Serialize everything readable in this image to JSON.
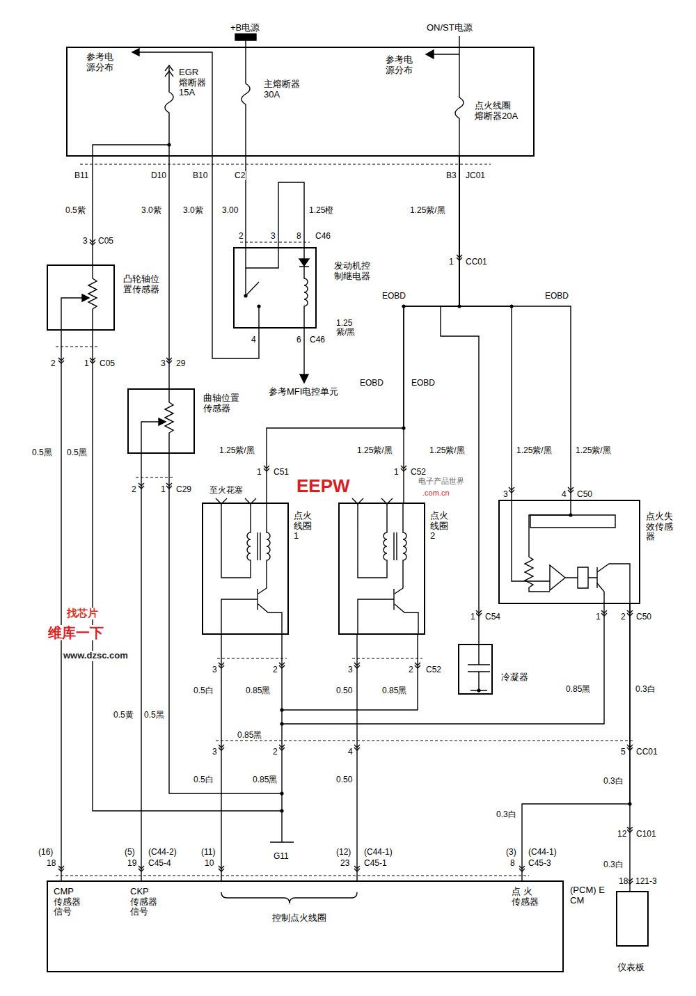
{
  "diagram": {
    "nodes": [
      {
        "text": [
          "参考电源分布",
          "EGR 熔断器 15A",
          "主熔断器 30A",
          "参考电源分布",
          "点火线圈熔断器20A"
        ]
      },
      {
        "text": [
          "凸轮轴位置传感器"
        ]
      },
      {
        "text": [
          "发动机控制继电器"
        ]
      },
      {
        "text": [
          "曲轴位置传感器"
        ]
      },
      {
        "text": [
          "点火线圈1"
        ]
      },
      {
        "text": [
          "点火线圈2"
        ]
      },
      {
        "text": [
          "冷凝器"
        ]
      },
      {
        "text": [
          "点火失效传感器"
        ]
      },
      {
        "text": [
          "CMP 传感器 信号",
          "CKP 传感器 信号",
          "控制点火线圈",
          "点 火 传感器",
          "(PCM) ECM"
        ]
      },
      {
        "text": [
          "仪表板"
        ]
      }
    ],
    "edges": [
      {
        "from": 0,
        "to": 1,
        "arrow": "none",
        "label": "0.5紫"
      },
      {
        "from": 0,
        "to": 3,
        "arrow": "none",
        "label": "3.0紫"
      },
      {
        "from": 0,
        "to": 2,
        "arrow": "none",
        "label": "3.00"
      },
      {
        "from": 0,
        "to": 2,
        "arrow": "none",
        "label": "3.0紫"
      },
      {
        "from": 0,
        "to": 4,
        "arrow": "none",
        "label": "1.25紫/黑"
      },
      {
        "from": 0,
        "to": 5,
        "arrow": "none",
        "label": "1.25紫/黑"
      },
      {
        "from": 0,
        "to": 6,
        "arrow": "none",
        "label": "1.25紫/黑"
      },
      {
        "from": 0,
        "to": 7,
        "arrow": "none",
        "label": "1.25紫/黑"
      },
      {
        "from": 0,
        "to": 7,
        "arrow": "none",
        "label": "1.25紫/黑"
      },
      {
        "from": 1,
        "to": 8,
        "arrow": "none",
        "label": "0.5黑"
      },
      {
        "from": 3,
        "to": 8,
        "arrow": "none",
        "label": "0.5黄"
      },
      {
        "from": 4,
        "to": 8,
        "arrow": "none",
        "label": "0.5白"
      },
      {
        "from": 5,
        "to": 8,
        "arrow": "none",
        "label": "0.50"
      },
      {
        "from": 7,
        "to": 8,
        "arrow": "none",
        "label": "0.3白"
      },
      {
        "from": 7,
        "to": 9,
        "arrow": "none",
        "label": "0.3白"
      }
    ],
    "labels": [
      "+B电源",
      "ON/ST电源",
      "B11",
      "D10",
      "B10",
      "C2",
      "B3",
      "JC01",
      "1.25紫/黑",
      "3",
      "C05",
      "2",
      "3",
      "8",
      "C46",
      "1.25橙",
      "4",
      "6",
      "C46",
      "1.25 紫/黑",
      "参考MFI电控单元",
      "1",
      "CC01",
      "EOBD",
      "EOBD",
      "EOBD",
      "EOBD",
      "3",
      "29",
      "2",
      "1",
      "C05",
      "0.5黑",
      "2",
      "1",
      "C29",
      "1",
      "C51",
      "1",
      "C52",
      "3",
      "4",
      "C50",
      "至火花塞",
      "1",
      "C54",
      "1",
      "2",
      "C50",
      "3",
      "2",
      "3",
      "2",
      "C52",
      "0.85黑",
      "0.85黑",
      "0.5黑",
      "0.85黑",
      "0.3白",
      "0.85黑",
      "3",
      "2",
      "4",
      "5",
      "CC01",
      "0.5白",
      "0.85黑",
      "0.50",
      "0.3白",
      "12",
      "C101",
      "G11",
      "(16)",
      "18",
      "(5)",
      "19",
      "(C44-2)",
      "C45-4",
      "(11)",
      "10",
      "(12)",
      "23",
      "(C44-1)",
      "C45-1",
      "(3)",
      "8",
      "(C44-1)",
      "C45-3",
      "18",
      "121-3",
      "EEPW",
      "电子产品世界",
      ".com.cn",
      "找芯片",
      "维库一下",
      "www.dzsc.com"
    ]
  }
}
